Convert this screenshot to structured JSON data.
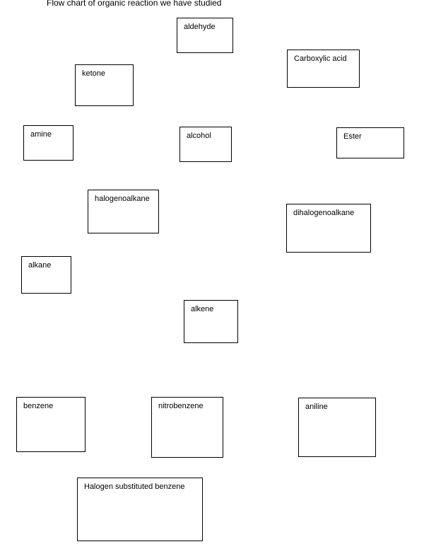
{
  "title": "Flow chart of organic reaction we have studied",
  "nodes": {
    "aldehyde": "aldehyde",
    "carboxylic_acid": "Carboxylic acid",
    "ketone": "ketone",
    "amine": "amine",
    "alcohol": "alcohol",
    "ester": "Ester",
    "halogenoalkane": "halogenoalkane",
    "dihalogenoalkane": "dihalogenoalkane",
    "alkane": "alkane",
    "alkene": "alkene",
    "benzene": "benzene",
    "nitrobenzene": "nitrobenzene",
    "aniline": "aniline",
    "halogen_substituted_benzene": "Halogen substituted benzene"
  }
}
